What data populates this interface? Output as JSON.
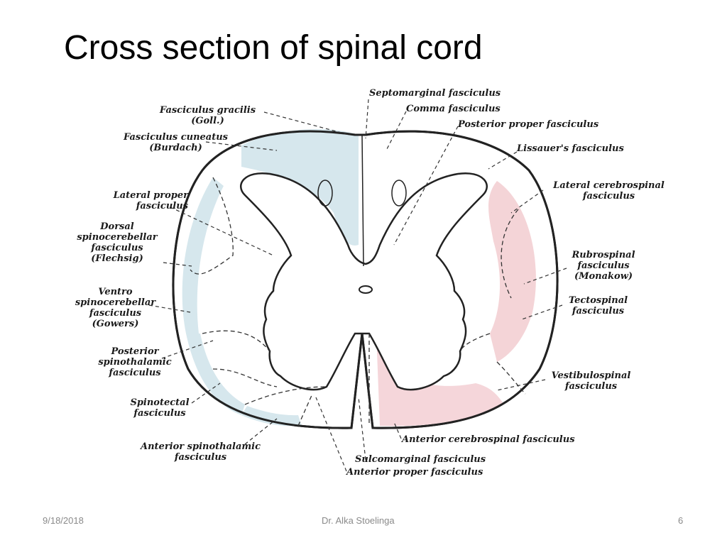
{
  "title": "Cross section of spinal cord",
  "labels": {
    "fasciculus_gracilis": "Fasciculus gracilis",
    "goll": "(Goll.)",
    "fasciculus_cuneatus": "Fasciculus cuneatus",
    "burdach": "(Burdach)",
    "lateral_proper_1": "Lateral proper",
    "lateral_proper_2": "fasciculus",
    "dorsal_1": "Dorsal",
    "dorsal_2": "spinocerebellar",
    "dorsal_3": "fasciculus",
    "dorsal_4": "(Flechsig)",
    "ventro_1": "Ventro",
    "ventro_2": "spinocerebellar",
    "ventro_3": "fasciculus",
    "ventro_4": "(Gowers)",
    "post_spinothal_1": "Posterior",
    "post_spinothal_2": "spinothalamic",
    "post_spinothal_3": "fasciculus",
    "spinotectal_1": "Spinotectal",
    "spinotectal_2": "fasciculus",
    "ant_spinothal_1": "Anterior spinothalamic",
    "ant_spinothal_2": "fasciculus",
    "septomarginal": "Septomarginal fasciculus",
    "comma": "Comma fasciculus",
    "posterior_proper": "Posterior proper fasciculus",
    "lissauer": "Lissauer's fasciculus",
    "lat_cerebrospinal_1": "Lateral cerebrospinal",
    "lat_cerebrospinal_2": "fasciculus",
    "rubrospinal_1": "Rubrospinal",
    "rubrospinal_2": "fasciculus",
    "rubrospinal_3": "(Monakow)",
    "tectospinal_1": "Tectospinal",
    "tectospinal_2": "fasciculus",
    "vestibulospinal_1": "Vestibulospinal",
    "vestibulospinal_2": "fasciculus",
    "ant_cerebrospinal": "Anterior cerebrospinal fasciculus",
    "sulcomarginal": "Sulcomarginal fasciculus",
    "anterior_proper": "Anterior proper fasciculus"
  },
  "footer": {
    "date": "9/18/2018",
    "author": "Dr. Alka Stoelinga",
    "page": "6"
  },
  "colors": {
    "ascending_tract": "#cfe3ea",
    "descending_tract": "#f3cfd3",
    "outline": "#222222"
  }
}
